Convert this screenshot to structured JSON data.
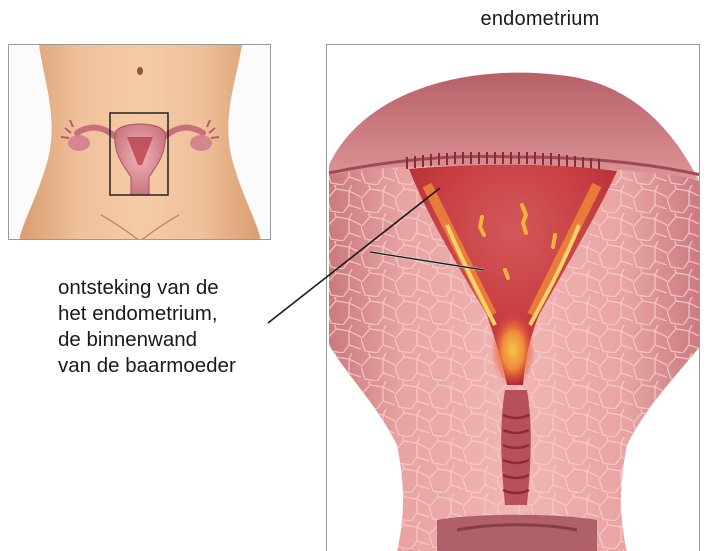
{
  "title": "endometrium",
  "inset": {
    "description_icon": "female-torso-with-uterus-icon"
  },
  "caption": {
    "lines": [
      "ontsteking van de",
      "het endometrium,",
      "de binnenwand",
      "van de baarmoeder"
    ]
  },
  "colors": {
    "tissue_pink": "#e7a3a3",
    "tissue_dark": "#c96a70",
    "cavity_red": "#c83a3a",
    "inflammation_yellow": "#f3b23a",
    "skin": "#e9b48b"
  }
}
